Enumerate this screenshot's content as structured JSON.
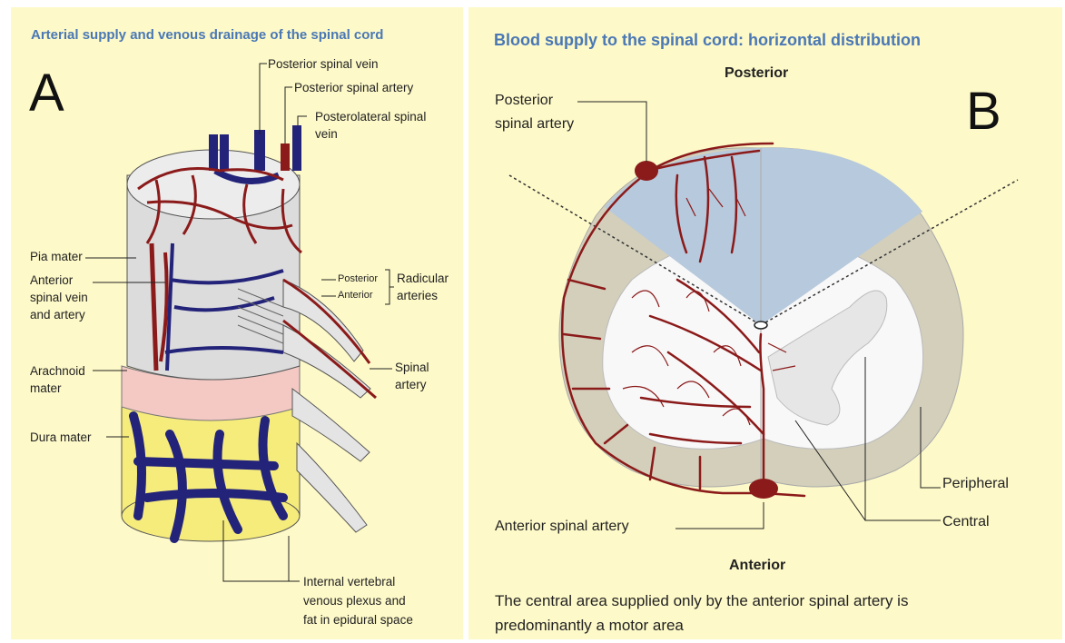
{
  "panel_a": {
    "title": "Arterial supply and venous drainage of the spinal cord",
    "letter": "A",
    "labels": {
      "posterior_spinal_vein": "Posterior spinal vein",
      "posterior_spinal_artery": "Posterior spinal artery",
      "posterolateral_line1": "Posterolateral spinal",
      "posterolateral_line2": "vein",
      "pia_mater": "Pia mater",
      "anterior_line1": "Anterior",
      "anterior_line2": "spinal vein",
      "anterior_line3": "and artery",
      "radicular_posterior": "Posterior",
      "radicular_anterior": "Anterior",
      "radicular_line1": "Radicular",
      "radicular_line2": "arteries",
      "arachnoid_line1": "Arachnoid",
      "arachnoid_line2": "mater",
      "spinal_artery_line1": "Spinal",
      "spinal_artery_line2": "artery",
      "dura_mater": "Dura mater",
      "internal_line1": "Internal vertebral",
      "internal_line2": "venous plexus and",
      "internal_line3": "fat in epidural space"
    }
  },
  "panel_b": {
    "title": "Blood supply to the spinal cord: horizontal distribution",
    "letter": "B",
    "posterior": "Posterior",
    "anterior": "Anterior",
    "labels": {
      "posterior_spinal_artery_line1": "Posterior",
      "posterior_spinal_artery_line2": "spinal artery",
      "anterior_spinal_artery": "Anterior spinal artery",
      "peripheral": "Peripheral",
      "central": "Central"
    },
    "caption_line1": "The central area supplied only by the anterior spinal artery is",
    "caption_line2": "predominantly a motor area"
  },
  "colors": {
    "background": "#fdf9c8",
    "title": "#4a78b5",
    "artery": "#8b1a1a",
    "vein": "#2a2a8a",
    "posterior_territory": "#b7c9dc",
    "peripheral_zone": "#d3cfbb"
  }
}
